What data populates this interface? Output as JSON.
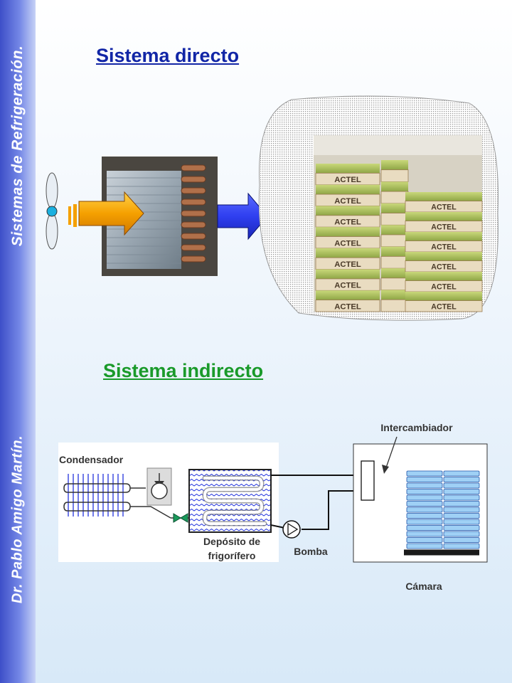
{
  "sidebar": {
    "course_title": "Sistemas de Refrigeración.",
    "author": "Dr. Pablo Amigo Martín."
  },
  "sections": {
    "direct_title": "Sistema directo",
    "indirect_title": "Sistema indirecto"
  },
  "photo_labels": {
    "crate_brand": "ACTEL"
  },
  "diagram": {
    "condenser_label": "Condensador",
    "tank_label_line1": "Depósito de",
    "tank_label_line2": "frigorífero",
    "pump_label": "Bomba",
    "exchanger_label": "Intercambiador",
    "chamber_label": "Cámara"
  },
  "colors": {
    "direct_title": "#1226a6",
    "indirect_title": "#1a9a2a",
    "arrow_heat": "#f5a000",
    "arrow_cold": "#3344ee",
    "coil_blue": "#2233dd",
    "pallet_fill": "#9fd0f5"
  }
}
